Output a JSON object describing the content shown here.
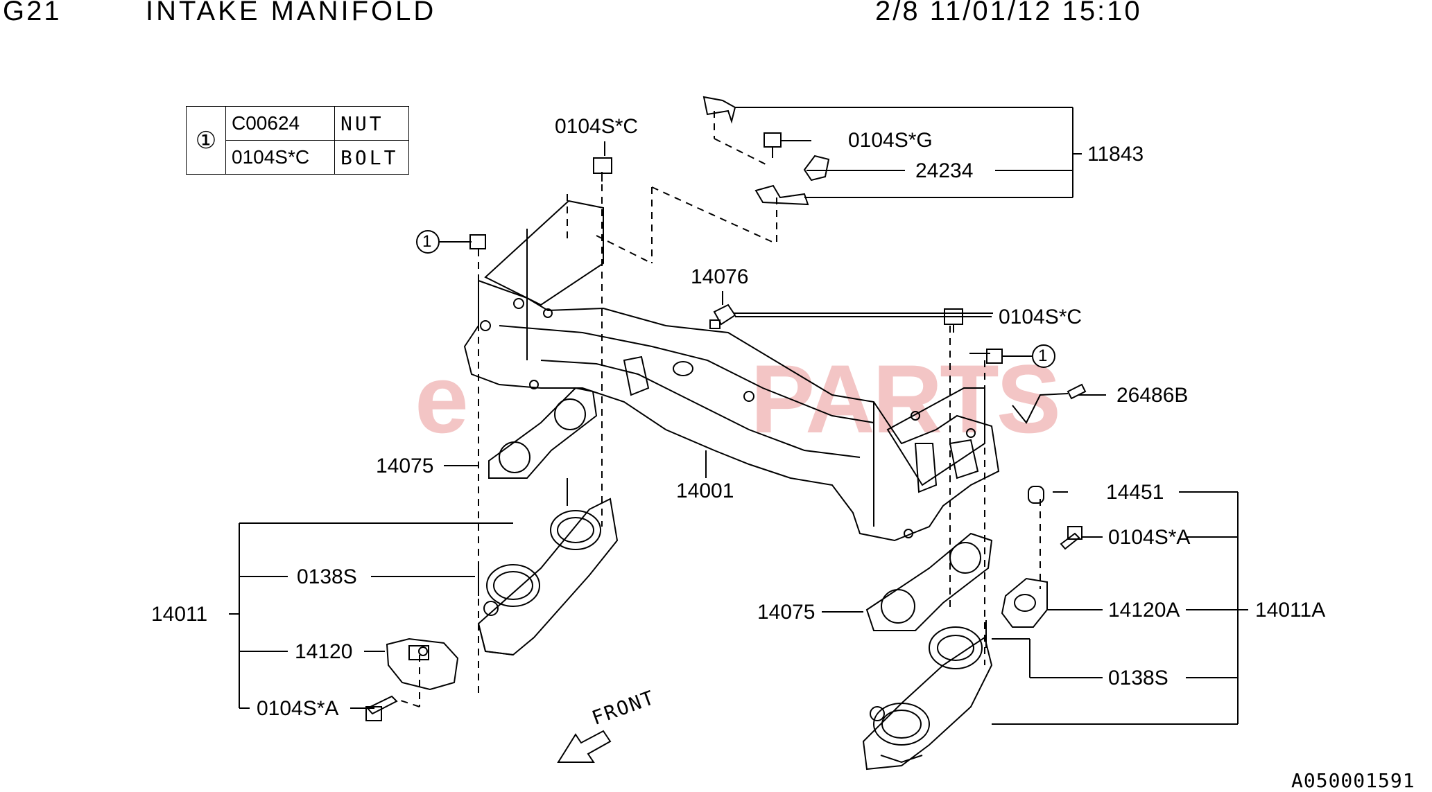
{
  "header": {
    "code": "G21",
    "title": "INTAKE MANIFOLD",
    "date": "2/8 11/01/12 15:10"
  },
  "legend": {
    "symbol": "①",
    "rows": [
      {
        "part": "C00624",
        "desc": "NUT"
      },
      {
        "part": "0104S*C",
        "desc": "BOLT"
      }
    ]
  },
  "watermark": {
    "e": "e",
    "brand": "PARTS"
  },
  "callouts": {
    "c1": "0104S*C",
    "c2": "0104S*G",
    "c3": "24234",
    "c4": "11843",
    "c5": "14076",
    "c6": "0104S*C",
    "c7": "26486B",
    "c8": "14075",
    "c9": "14001",
    "c10": "14451",
    "c11": "0104S*A",
    "c12": "0138S",
    "c13": "14011",
    "c14": "14120",
    "c15": "0104S*A",
    "c16": "14075",
    "c17": "14120A",
    "c18": "14011A",
    "c19": "0138S"
  },
  "circled_refs": {
    "r1": "1",
    "r2": "1"
  },
  "front_arrow": "FRONT",
  "footer": "A050001591"
}
